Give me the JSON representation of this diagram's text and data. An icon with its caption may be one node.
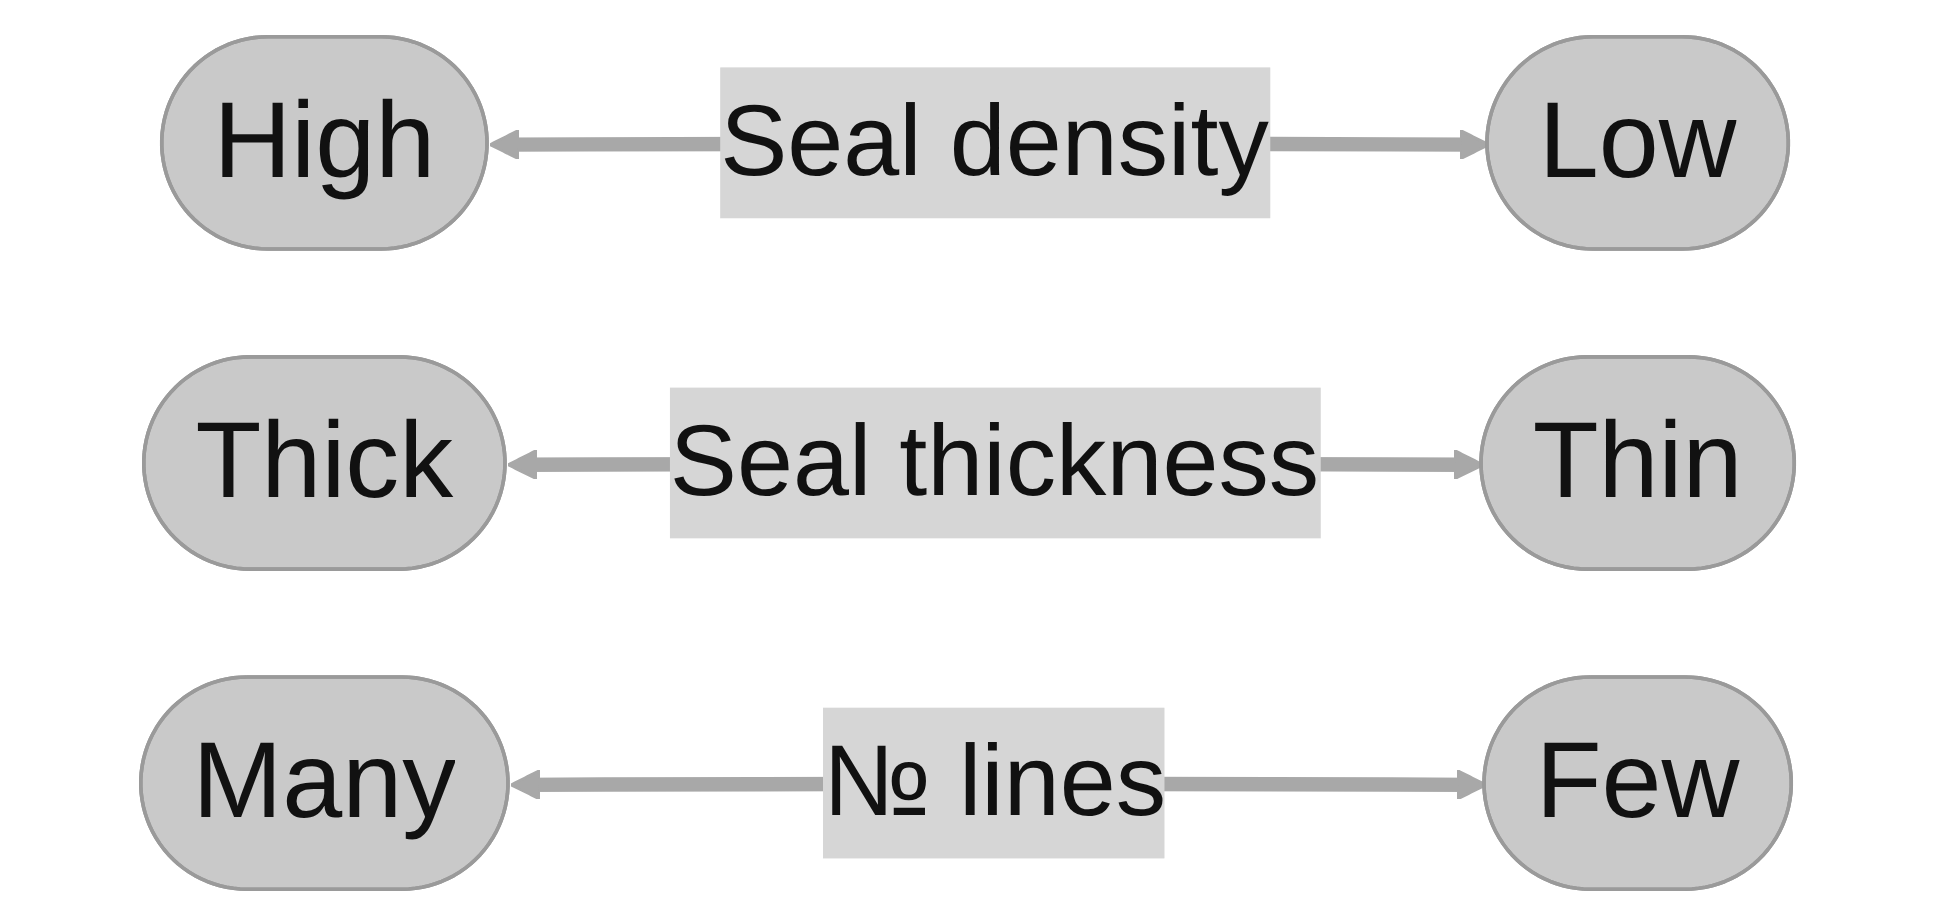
{
  "diagram": {
    "nodes": [
      {
        "text": [
          "High"
        ]
      },
      {
        "text": [
          "Low"
        ]
      },
      {
        "text": [
          "Thick"
        ]
      },
      {
        "text": [
          "Thin"
        ]
      },
      {
        "text": [
          "Many"
        ]
      },
      {
        "text": [
          "Few"
        ]
      }
    ],
    "edges": [
      {
        "from": 0,
        "to": 1,
        "arrow": "both",
        "label": "Seal density"
      },
      {
        "from": 2,
        "to": 3,
        "arrow": "both",
        "label": "Seal thickness"
      },
      {
        "from": 4,
        "to": 5,
        "arrow": "both",
        "label": "№ lines"
      }
    ]
  }
}
